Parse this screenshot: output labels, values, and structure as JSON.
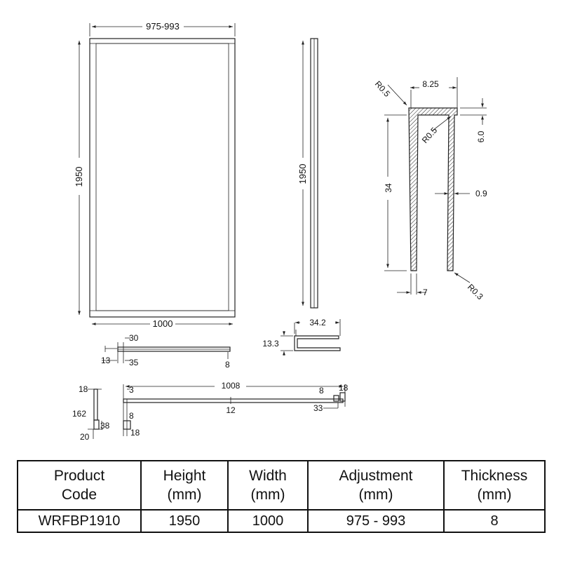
{
  "drawing": {
    "front_view": {
      "adjustment": "975-993",
      "height": "1950",
      "width": "1000"
    },
    "side_view": {
      "height": "1950"
    },
    "profile_detail": {
      "top_width": "8.25",
      "top_thickness": "6.0",
      "height": "34",
      "wall": "0.9",
      "bottom_gap": "7",
      "radius_outer": "R0.5",
      "radius_inner": "R0.5",
      "radius_bottom": "R0.3"
    },
    "channel_section": {
      "width": "34.2",
      "height": "13.3"
    },
    "top_section": {
      "a": "30",
      "b": "13",
      "c": "35",
      "d": "8"
    },
    "bar_section": {
      "length": "1008",
      "left_a": "3",
      "center": "12",
      "right_a": "8",
      "right_b": "18",
      "right_c": "33"
    },
    "small_section": {
      "a": "18",
      "b": "162",
      "c": "38",
      "d": "8",
      "e": "20",
      "f": "18"
    }
  },
  "table": {
    "headers": [
      [
        "Product",
        "Code"
      ],
      [
        "Height",
        "(mm)"
      ],
      [
        "Width",
        "(mm)"
      ],
      [
        "Adjustment",
        "(mm)"
      ],
      [
        "Thickness",
        "(mm)"
      ]
    ],
    "row": [
      "WRFBP1910",
      "1950",
      "1000",
      "975 - 993",
      "8"
    ]
  }
}
